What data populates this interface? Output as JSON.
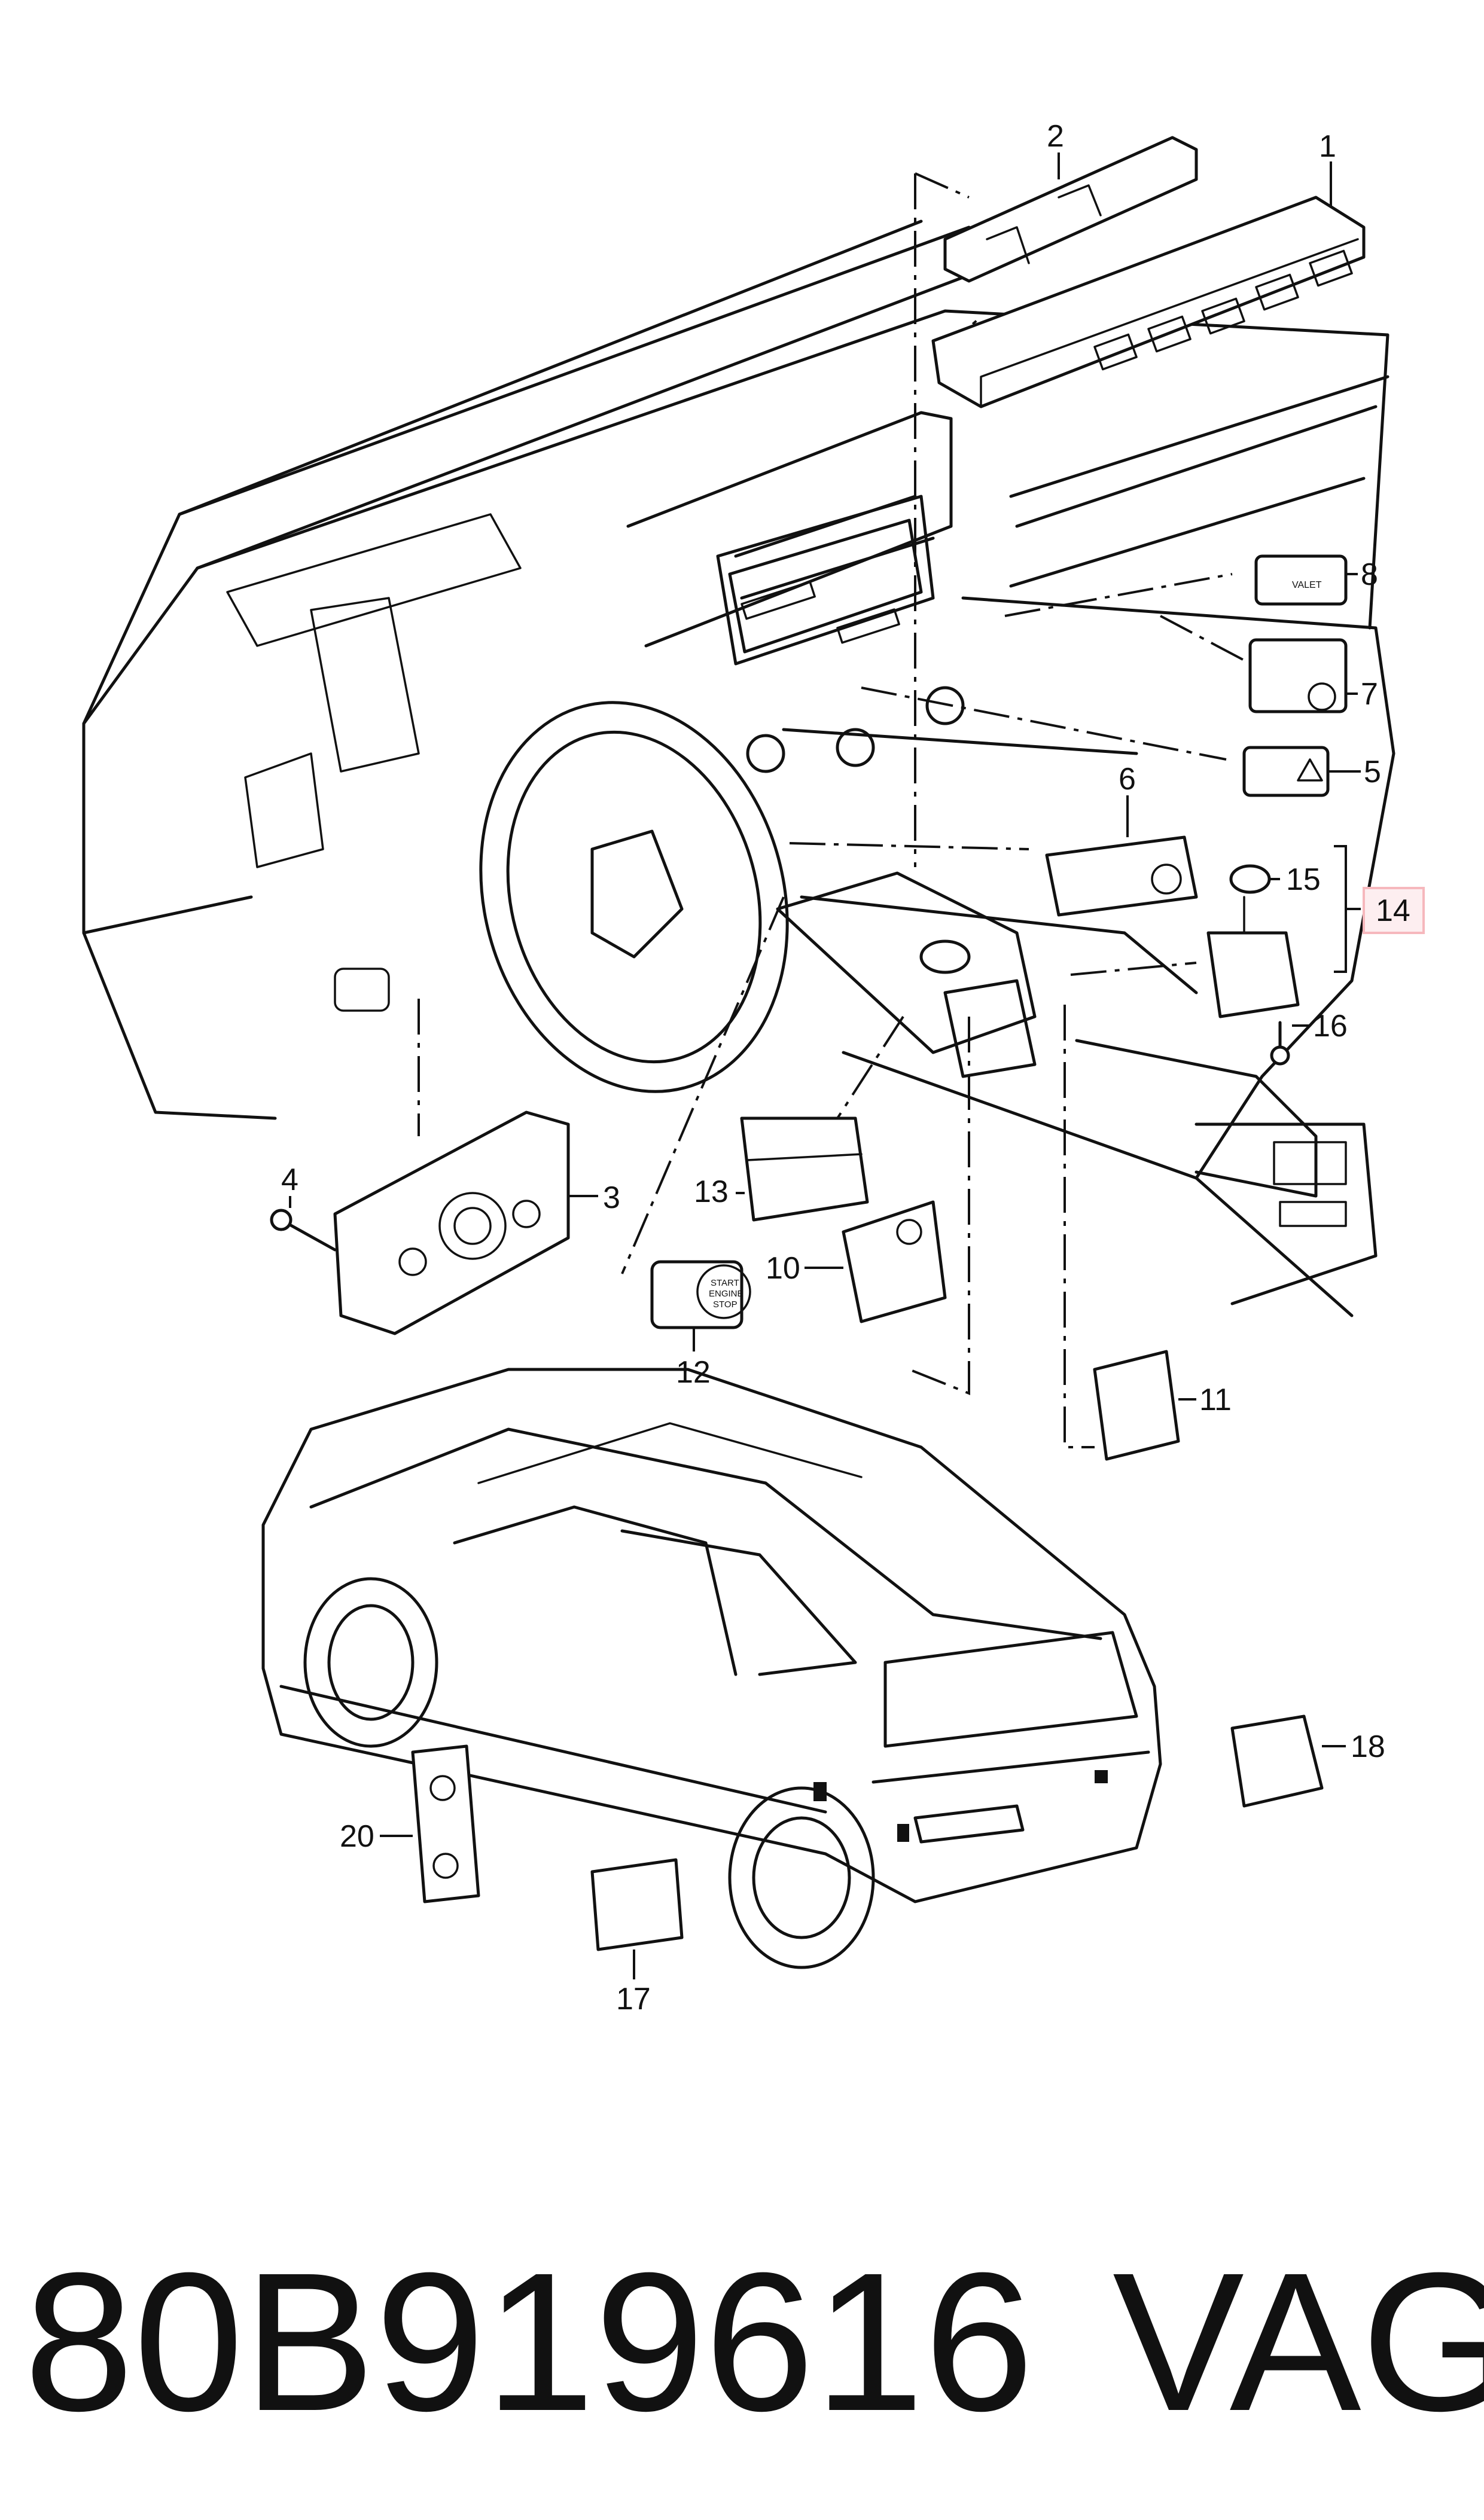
{
  "diagram": {
    "callouts": [
      {
        "id": "c1",
        "label": "1"
      },
      {
        "id": "c2",
        "label": "2"
      },
      {
        "id": "c3",
        "label": "3"
      },
      {
        "id": "c4",
        "label": "4"
      },
      {
        "id": "c5",
        "label": "5"
      },
      {
        "id": "c6",
        "label": "6"
      },
      {
        "id": "c7",
        "label": "7"
      },
      {
        "id": "c8",
        "label": "8"
      },
      {
        "id": "c10",
        "label": "10"
      },
      {
        "id": "c11",
        "label": "11"
      },
      {
        "id": "c12",
        "label": "12"
      },
      {
        "id": "c13",
        "label": "13"
      },
      {
        "id": "c15",
        "label": "15"
      },
      {
        "id": "c16",
        "label": "16"
      },
      {
        "id": "c17",
        "label": "17"
      },
      {
        "id": "c18",
        "label": "18"
      },
      {
        "id": "c20",
        "label": "20"
      }
    ],
    "highlighted": {
      "label": "14",
      "box_color": "#f6b8bd",
      "fill_color": "#fdeef0"
    },
    "switch_texts": {
      "start_stop_line1": "START",
      "start_stop_line2": "ENGINE",
      "start_stop_line3": "STOP",
      "valet": "VALET"
    }
  },
  "footer": {
    "part_number": "80B919616",
    "brand": "VAG"
  }
}
